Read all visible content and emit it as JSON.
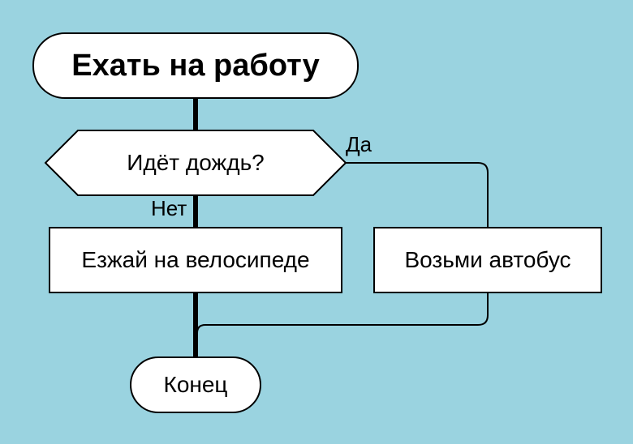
{
  "diagram": {
    "start": "Ехать на работу",
    "decision": "Идёт дождь?",
    "yes_label": "Да",
    "no_label": "Нет",
    "no_action": "Езжай на велосипеде",
    "yes_action": "Возьми автобус",
    "end": "Конец"
  },
  "colors": {
    "background": "#9ad3e0",
    "node_fill": "#ffffff",
    "stroke": "#000000"
  }
}
